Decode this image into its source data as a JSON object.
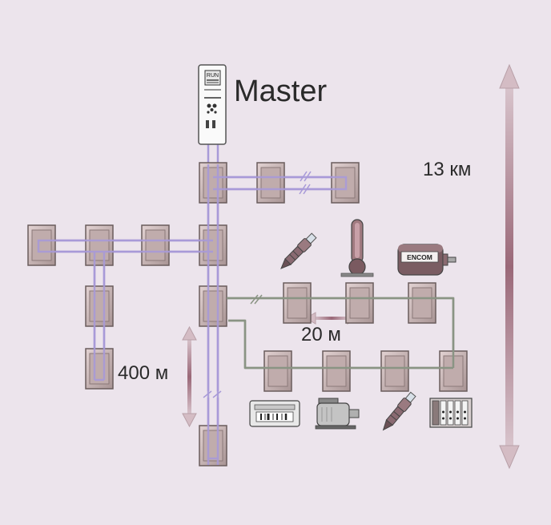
{
  "labels": {
    "master": "Master",
    "distance_total": "13 км",
    "distance_branch": "400 м",
    "distance_node": "20 м"
  },
  "master_device": {
    "display_text": "RUN"
  },
  "devices": {
    "motor_badge": "ENCOM"
  },
  "colors": {
    "background": "#ece4ec",
    "module_fill": "#c8b4b4",
    "module_border": "#6a5c5c",
    "bus_cable": "#a89ad8",
    "field_cable": "#8a9484",
    "arrow": "#c8a8b0"
  }
}
